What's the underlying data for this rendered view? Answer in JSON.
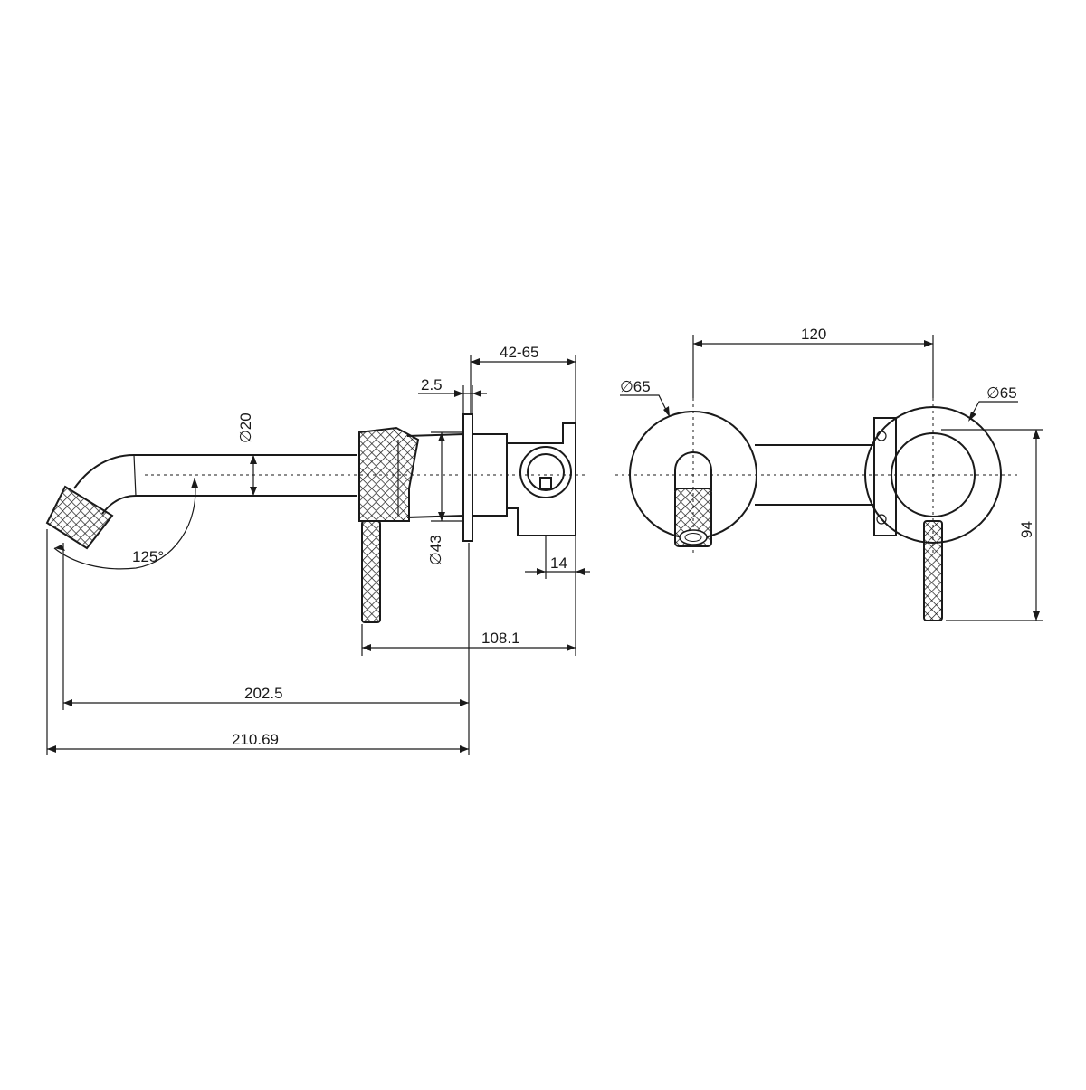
{
  "dimensions": {
    "side_view": {
      "diameter_spout": "∅20",
      "diameter_body": "∅43",
      "plate_thickness": "2.5",
      "wall_depth_range": "42-65",
      "outlet_angle": "125°",
      "inlet_offset": "14",
      "wall_to_lever": "108.1",
      "spout_projection": "202.5",
      "overall_projection": "210.69"
    },
    "front_view": {
      "centre_distance": "120",
      "spout_plate_diameter": "∅65",
      "mixer_plate_diameter": "∅65",
      "lever_height": "94"
    }
  }
}
